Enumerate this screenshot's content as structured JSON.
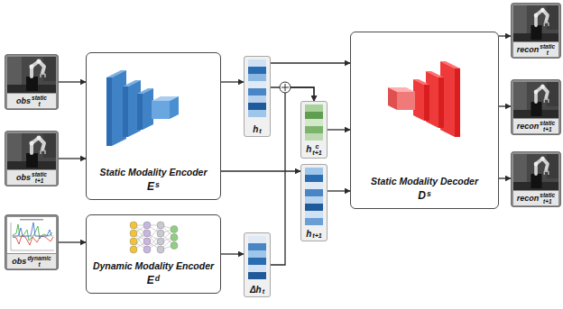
{
  "diagram": {
    "nodes": [
      {
        "text": [
          "obs",
          "t",
          "static"
        ]
      },
      {
        "text": [
          "obs",
          "t+1",
          "static"
        ]
      },
      {
        "text": [
          "obs",
          "t",
          "dynamic"
        ]
      },
      {
        "text": [
          "Static Modality Encoder",
          "E",
          "s"
        ]
      },
      {
        "text": [
          "Dynamic Modality Encoder",
          "E",
          "d"
        ]
      },
      {
        "text": [
          "h",
          "t"
        ]
      },
      {
        "text": [
          "h",
          "t+1",
          "c"
        ]
      },
      {
        "text": [
          "h",
          "t+1"
        ]
      },
      {
        "text": [
          "Δh",
          "t"
        ]
      },
      {
        "text": [
          "Static Modality Decoder",
          "D",
          "s"
        ]
      },
      {
        "text": [
          "recon",
          "t",
          "static"
        ]
      },
      {
        "text": [
          "recon",
          "t+1",
          "static"
        ]
      },
      {
        "text": [
          "recon",
          "t+1",
          "static"
        ]
      }
    ],
    "edges": [
      {
        "from": 0,
        "to": 3,
        "arrow": "to"
      },
      {
        "from": 1,
        "to": 3,
        "arrow": "to"
      },
      {
        "from": 2,
        "to": 4,
        "arrow": "to"
      },
      {
        "from": 3,
        "to": 5,
        "arrow": "to"
      },
      {
        "from": 3,
        "to": 7,
        "arrow": "to"
      },
      {
        "from": 4,
        "to": 8,
        "arrow": "to"
      },
      {
        "from": 5,
        "to": 6,
        "arrow": "to"
      },
      {
        "from": 8,
        "to": 6,
        "arrow": "to"
      },
      {
        "from": 5,
        "to": 9,
        "arrow": "to"
      },
      {
        "from": 6,
        "to": 9,
        "arrow": "to"
      },
      {
        "from": 7,
        "to": 9,
        "arrow": "to"
      },
      {
        "from": 9,
        "to": 10,
        "arrow": "to"
      },
      {
        "from": 9,
        "to": 11,
        "arrow": "to"
      },
      {
        "from": 9,
        "to": 12,
        "arrow": "to"
      }
    ]
  }
}
